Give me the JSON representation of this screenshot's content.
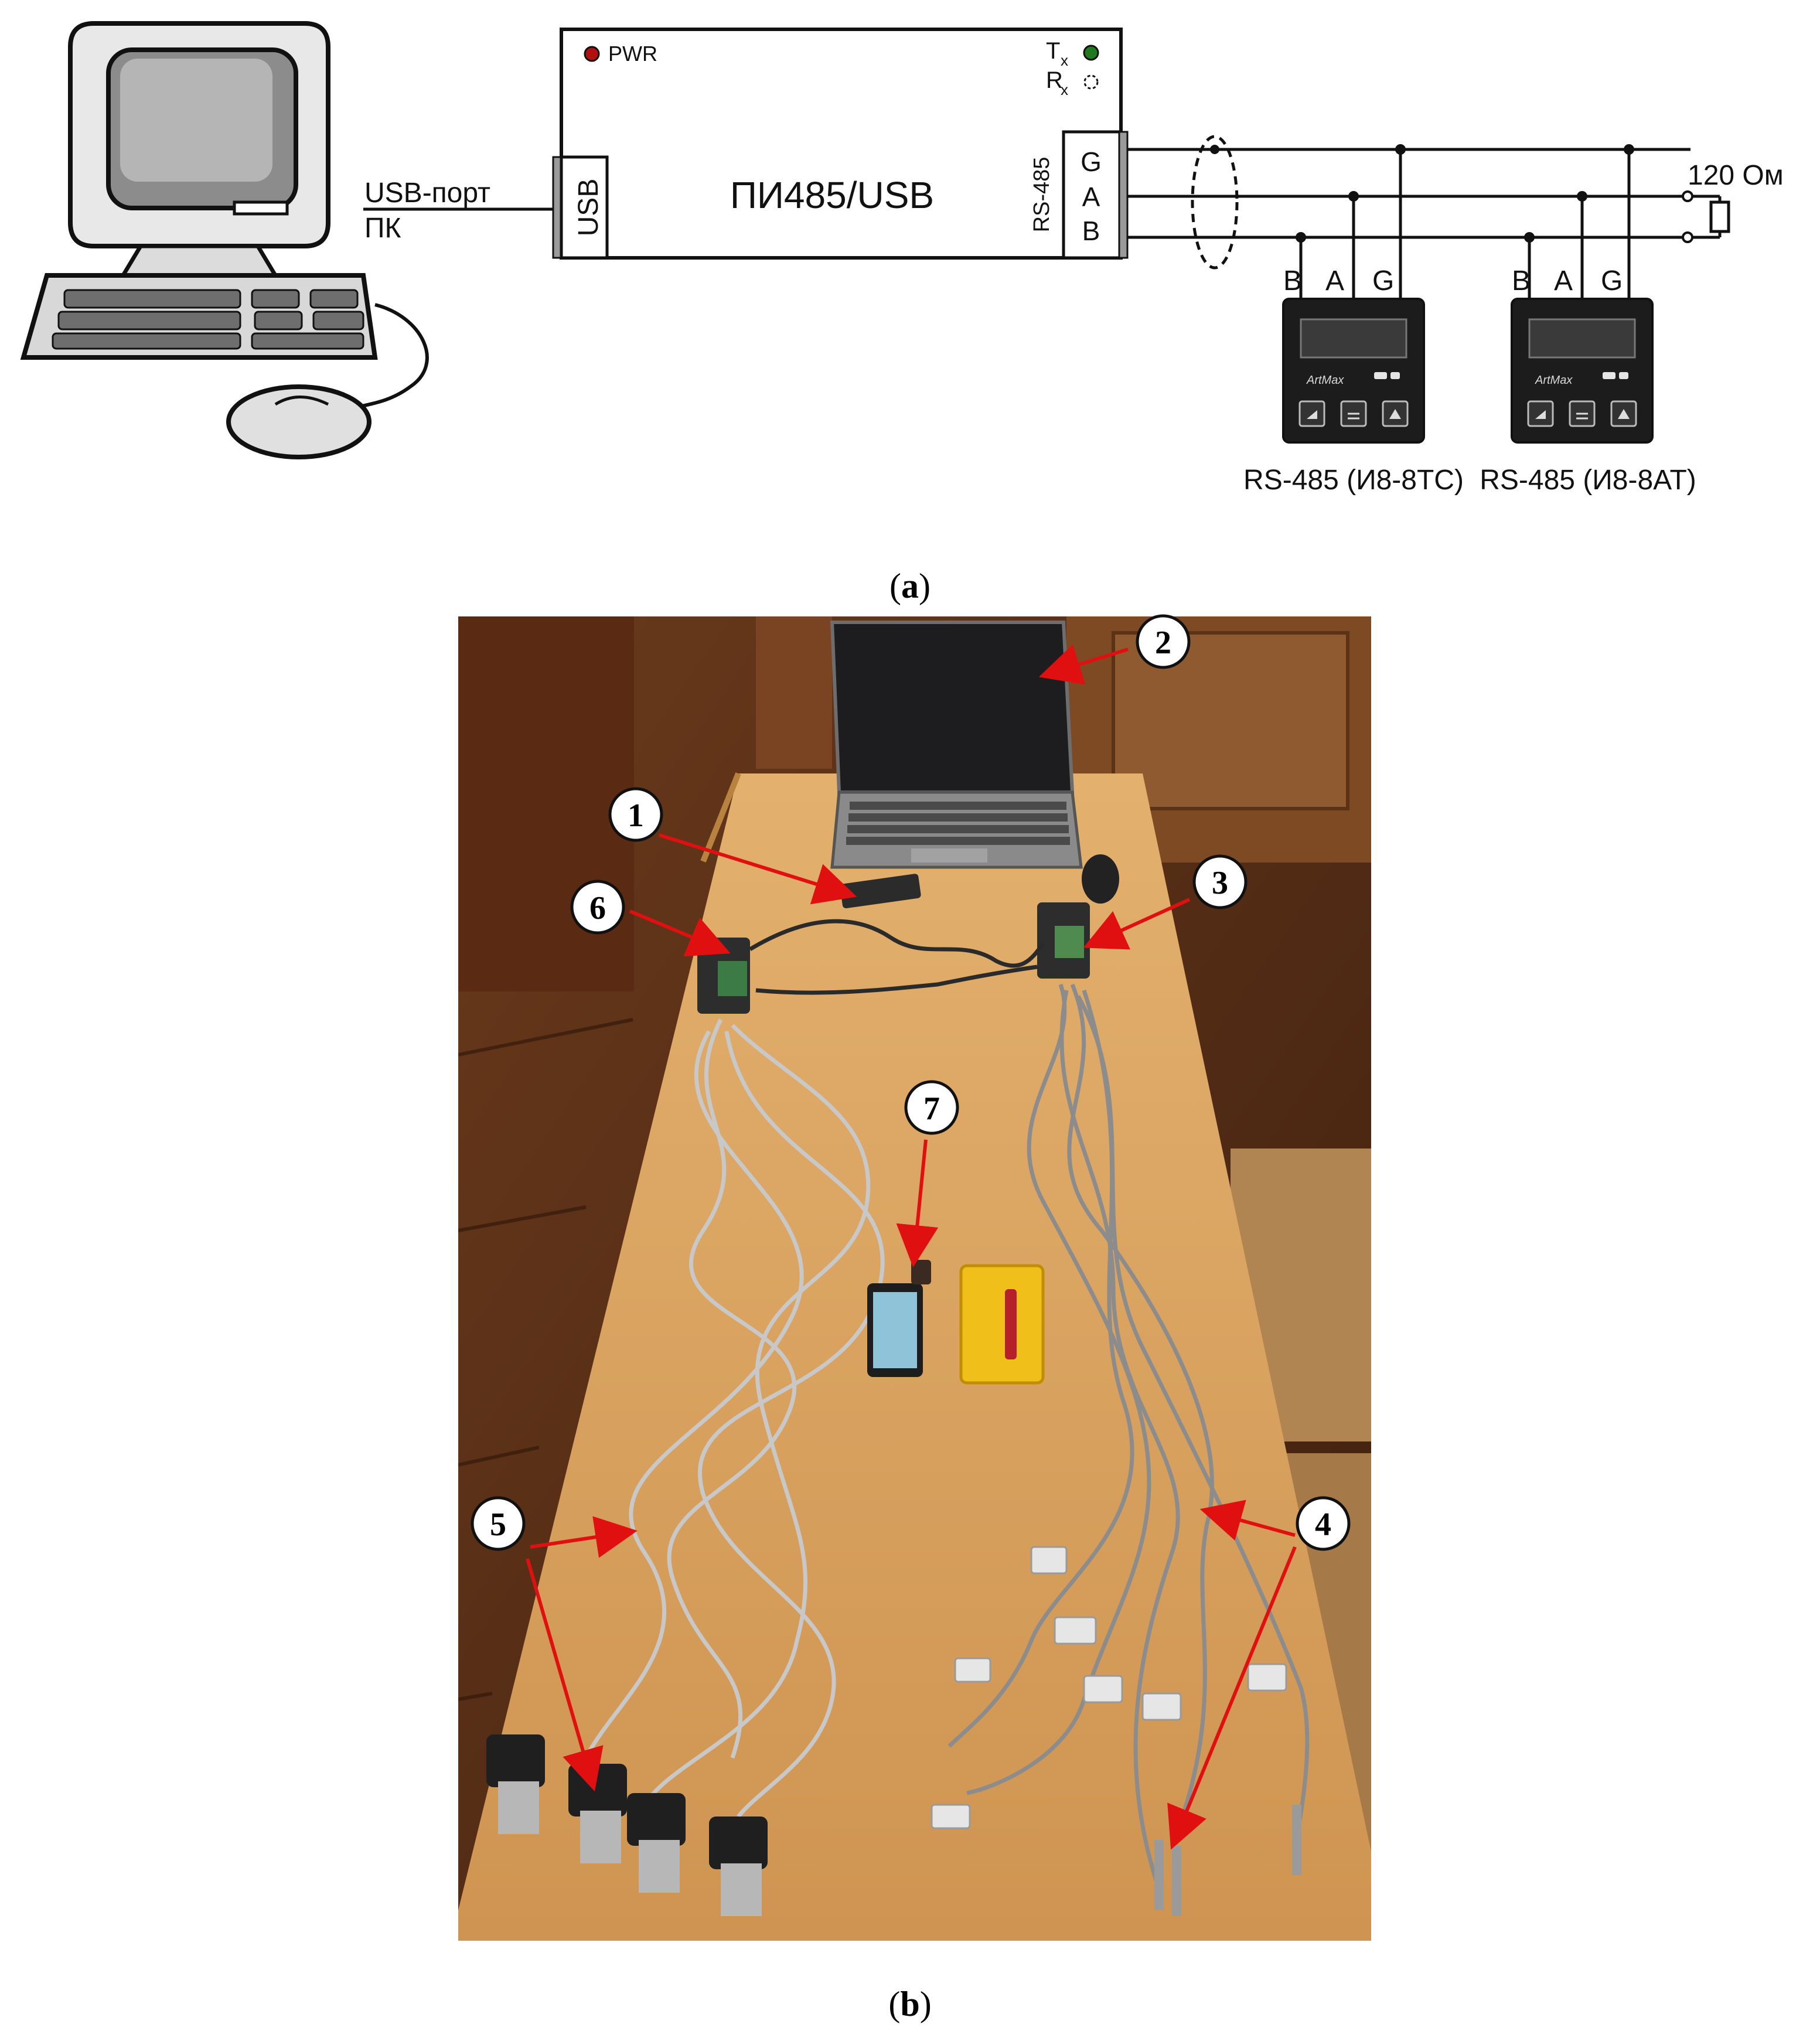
{
  "diagram": {
    "converter": {
      "title": "ПИ485/USB",
      "pwr_label": "PWR",
      "tx_label": "T",
      "tx_sub": "x",
      "rx_label": "R",
      "rx_sub": "x",
      "usb_port_label": "USB",
      "rs485_port_label": "RS-485",
      "pins": [
        "G",
        "A",
        "B"
      ]
    },
    "pc_link_label_line1": "USB-порт",
    "pc_link_label_line2": "ПК",
    "terminator_label": "120 Ом",
    "devices": [
      {
        "pins": [
          "B",
          "A",
          "G"
        ],
        "caption": "RS-485 (И8-8ТС)",
        "logo": "ArtMax"
      },
      {
        "pins": [
          "B",
          "A",
          "G"
        ],
        "caption": "RS-485 (И8-8АТ)",
        "logo": "ArtMax"
      }
    ],
    "caption_open": "(",
    "caption_letter": "a",
    "caption_close": ")"
  },
  "photo": {
    "markers": [
      "1",
      "2",
      "3",
      "4",
      "5",
      "6",
      "7"
    ],
    "caption_open": "(",
    "caption_letter": "b",
    "caption_close": ")"
  },
  "colors": {
    "pwr_led": "#b01010",
    "tx_led": "#1f7a1f",
    "arrow": "#e01010",
    "table": "#d9a15f",
    "floor": "#5a2e14"
  }
}
